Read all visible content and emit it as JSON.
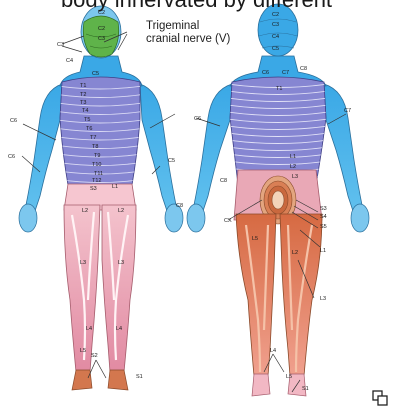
{
  "caption": "body innervated by different",
  "callout": {
    "line1": "Trigeminal",
    "line2": "cranial nerve (V)"
  },
  "front_labels": [
    {
      "t": "C3"
    },
    {
      "t": "C2"
    },
    {
      "t": "C4"
    },
    {
      "t": "C5"
    },
    {
      "t": "T1"
    },
    {
      "t": "T2"
    },
    {
      "t": "T3"
    },
    {
      "t": "T4"
    },
    {
      "t": "T5"
    },
    {
      "t": "T6"
    },
    {
      "t": "T7"
    },
    {
      "t": "T8"
    },
    {
      "t": "T9"
    },
    {
      "t": "T10"
    },
    {
      "t": "T11"
    },
    {
      "t": "T12"
    },
    {
      "t": "C6"
    },
    {
      "t": "C6"
    },
    {
      "t": "C5"
    },
    {
      "t": "C8"
    },
    {
      "t": "L1"
    },
    {
      "t": "S3"
    },
    {
      "t": "L2"
    },
    {
      "t": "L2"
    },
    {
      "t": "L3"
    },
    {
      "t": "L3"
    },
    {
      "t": "L4"
    },
    {
      "t": "L5"
    },
    {
      "t": "L4"
    },
    {
      "t": "S2"
    },
    {
      "t": "S1"
    },
    {
      "t": "C2"
    },
    {
      "t": "C3"
    }
  ],
  "back_labels": [
    {
      "t": "C2"
    },
    {
      "t": "C3"
    },
    {
      "t": "C4"
    },
    {
      "t": "C5"
    },
    {
      "t": "C6"
    },
    {
      "t": "C7"
    },
    {
      "t": "C8"
    },
    {
      "t": "T1"
    },
    {
      "t": "C6"
    },
    {
      "t": "C7"
    },
    {
      "t": "C8"
    },
    {
      "t": "L1"
    },
    {
      "t": "L2"
    },
    {
      "t": "L3"
    },
    {
      "t": "S3"
    },
    {
      "t": "S4"
    },
    {
      "t": "S5"
    },
    {
      "t": "CX"
    },
    {
      "t": "L1"
    },
    {
      "t": "L5"
    },
    {
      "t": "L2"
    },
    {
      "t": "L3"
    },
    {
      "t": "L4"
    },
    {
      "t": "L5"
    },
    {
      "t": "S1"
    }
  ],
  "colors": {
    "cervical": "#3aa8e6",
    "thoracic": "#7f7fcc",
    "lumbar": "#f2b8c4",
    "sacral": "#d2683f",
    "face": "#5fb34a"
  },
  "icons": [
    "enlarge-icon"
  ]
}
